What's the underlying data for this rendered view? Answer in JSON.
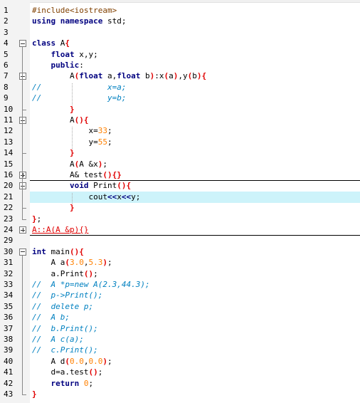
{
  "editor": {
    "highlight_line": "21",
    "lines": [
      {
        "n": "1",
        "t": "#include<iostream>"
      },
      {
        "n": "2",
        "t": "using namespace std;"
      },
      {
        "n": "3",
        "t": ""
      },
      {
        "n": "4",
        "t": "class A{"
      },
      {
        "n": "5",
        "t": "    float x,y;"
      },
      {
        "n": "6",
        "t": "    public:"
      },
      {
        "n": "7",
        "t": "        A(float a,float b):x(a),y(b){"
      },
      {
        "n": "8",
        "t": "//              x=a;"
      },
      {
        "n": "9",
        "t": "//              y=b;"
      },
      {
        "n": "10",
        "t": "        }"
      },
      {
        "n": "11",
        "t": "        A(){"
      },
      {
        "n": "12",
        "t": "            x=33;"
      },
      {
        "n": "13",
        "t": "            y=55;"
      },
      {
        "n": "14",
        "t": "        }"
      },
      {
        "n": "15",
        "t": "        A(A &x);"
      },
      {
        "n": "16",
        "t": "        A& test(){}"
      },
      {
        "n": "20",
        "t": "        void Print(){"
      },
      {
        "n": "21",
        "t": "            cout<<x<<y;"
      },
      {
        "n": "22",
        "t": "        }"
      },
      {
        "n": "23",
        "t": "};"
      },
      {
        "n": "24",
        "t": "A::A(A &p){}"
      },
      {
        "n": "29",
        "t": ""
      },
      {
        "n": "30",
        "t": "int main(){"
      },
      {
        "n": "31",
        "t": "    A a(3.0,5.3);"
      },
      {
        "n": "32",
        "t": "    a.Print();"
      },
      {
        "n": "33",
        "t": "//  A *p=new A(2.3,44.3);"
      },
      {
        "n": "34",
        "t": "//  p->Print();"
      },
      {
        "n": "35",
        "t": "//  delete p;"
      },
      {
        "n": "36",
        "t": "//  A b;"
      },
      {
        "n": "37",
        "t": "//  b.Print();"
      },
      {
        "n": "38",
        "t": "//  A c(a);"
      },
      {
        "n": "39",
        "t": "//  c.Print();"
      },
      {
        "n": "40",
        "t": "    A d(0.0,0.0);"
      },
      {
        "n": "41",
        "t": "    d=a.test();"
      },
      {
        "n": "42",
        "t": "    return 0;"
      },
      {
        "n": "43",
        "t": "}"
      }
    ]
  }
}
